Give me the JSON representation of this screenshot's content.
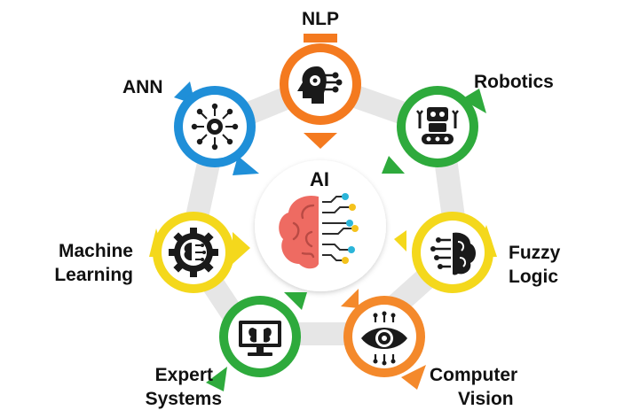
{
  "center": {
    "title": "AI",
    "icon": "brain-circuit-icon"
  },
  "nodes": [
    {
      "id": "nlp",
      "label_lines": [
        "NLP"
      ],
      "color": "#F47A1F",
      "icon": "head-circuit-icon"
    },
    {
      "id": "robotics",
      "label_lines": [
        "Robotics"
      ],
      "color": "#2EAA3C",
      "icon": "robot-icon"
    },
    {
      "id": "fuzzy",
      "label_lines": [
        "Fuzzy",
        "Logic"
      ],
      "color": "#F4D81C",
      "icon": "brain-circuit-icon"
    },
    {
      "id": "cv",
      "label_lines": [
        "Computer",
        "Vision"
      ],
      "color": "#F4892B",
      "icon": "eye-icon"
    },
    {
      "id": "expert",
      "label_lines": [
        "Expert",
        "Systems"
      ],
      "color": "#2EAA3C",
      "icon": "monitor-brain-icon"
    },
    {
      "id": "ml",
      "label_lines": [
        "Machine",
        "Learning"
      ],
      "color": "#F4D81C",
      "icon": "gear-brain-icon"
    },
    {
      "id": "ann",
      "label_lines": [
        "ANN"
      ],
      "color": "#1F8FD8",
      "icon": "network-gear-icon"
    }
  ],
  "colors": {
    "ring": "#E6E6E6",
    "icon_dark": "#1A1A1A",
    "brain": "#EE6B62"
  }
}
